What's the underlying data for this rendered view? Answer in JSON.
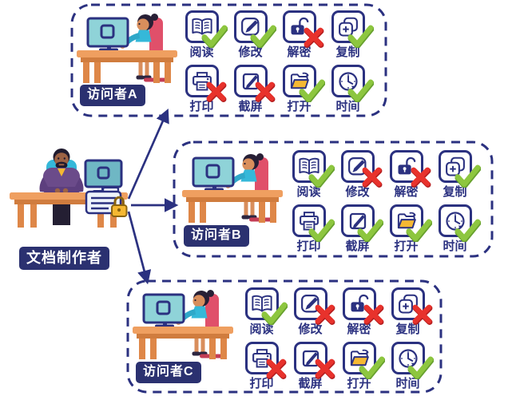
{
  "creator": {
    "label": "文档制作者"
  },
  "visitors": [
    {
      "id": "A",
      "label": "访问者A",
      "permissions": [
        {
          "label": "阅读",
          "icon": "read",
          "allowed": true
        },
        {
          "label": "修改",
          "icon": "modify",
          "allowed": true
        },
        {
          "label": "解密",
          "icon": "decrypt",
          "allowed": false
        },
        {
          "label": "复制",
          "icon": "copy",
          "allowed": true
        },
        {
          "label": "打印",
          "icon": "print",
          "allowed": false
        },
        {
          "label": "截屏",
          "icon": "screenshot",
          "allowed": false
        },
        {
          "label": "打开",
          "icon": "open",
          "allowed": true
        },
        {
          "label": "时间",
          "icon": "time",
          "allowed": true
        }
      ]
    },
    {
      "id": "B",
      "label": "访问者B",
      "permissions": [
        {
          "label": "阅读",
          "icon": "read",
          "allowed": true
        },
        {
          "label": "修改",
          "icon": "modify",
          "allowed": false
        },
        {
          "label": "解密",
          "icon": "decrypt",
          "allowed": false
        },
        {
          "label": "复制",
          "icon": "copy",
          "allowed": true
        },
        {
          "label": "打印",
          "icon": "print",
          "allowed": true
        },
        {
          "label": "截屏",
          "icon": "screenshot",
          "allowed": true
        },
        {
          "label": "打开",
          "icon": "open",
          "allowed": true
        },
        {
          "label": "时间",
          "icon": "time",
          "allowed": true
        }
      ]
    },
    {
      "id": "C",
      "label": "访问者C",
      "permissions": [
        {
          "label": "阅读",
          "icon": "read",
          "allowed": true
        },
        {
          "label": "修改",
          "icon": "modify",
          "allowed": false
        },
        {
          "label": "解密",
          "icon": "decrypt",
          "allowed": false
        },
        {
          "label": "复制",
          "icon": "copy",
          "allowed": false
        },
        {
          "label": "打印",
          "icon": "print",
          "allowed": false
        },
        {
          "label": "截屏",
          "icon": "screenshot",
          "allowed": false
        },
        {
          "label": "打开",
          "icon": "open",
          "allowed": true
        },
        {
          "label": "时间",
          "icon": "time",
          "allowed": true
        }
      ]
    }
  ],
  "colors": {
    "navy": "#2b3180",
    "tag_bg": "#2b3170",
    "check_green": "#8dc63f",
    "cross_red": "#e8322c",
    "desk_orange": "#ef9f60",
    "shirt_teal": "#35b8d9",
    "folder_yellow": "#f5b832",
    "chair_red": "#e0506a"
  }
}
